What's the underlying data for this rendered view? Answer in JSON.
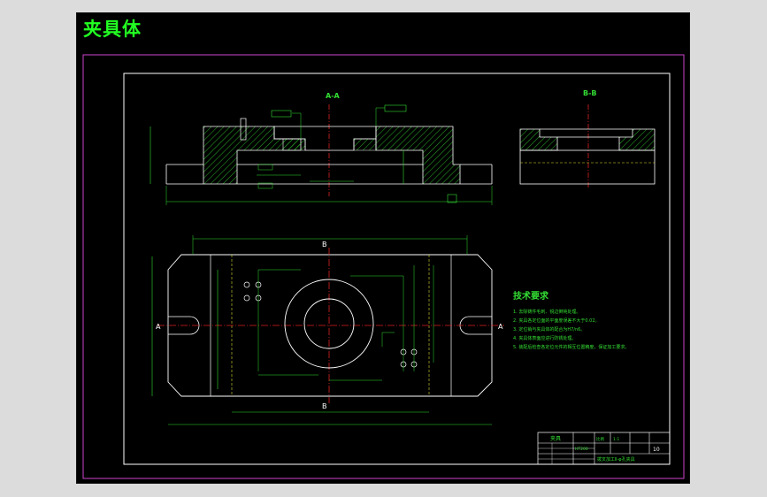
{
  "title": "夹具体",
  "section_labels": {
    "aa": "A-A",
    "bb": "B-B",
    "b_top": "B",
    "b_bottom": "B",
    "a_left": "A",
    "a_right": "A"
  },
  "tech_req": {
    "heading": "技术要求",
    "items": [
      "1. 去除铸件毛刺、锐边倒钝处理。",
      "2. 夹具各定位面的平面度误差不大于0.02。",
      "3. 定位销与夹具体的配合为H7/n6。",
      "4. 夹具体表面应进行防锈处理。",
      "5. 装配后检查各定位元件的相互位置精度，保证加工要求。"
    ]
  },
  "title_block": {
    "material": "HT200",
    "scale_label": "比例",
    "scale_value": "1:1",
    "quantity": "10",
    "drawing_name": "拨叉加工Ⅱ-φ孔夹具",
    "header": "夹具"
  },
  "colors": {
    "background": "#000000",
    "frame": "#ffffff",
    "border": "#cc44cc",
    "outline": "#ffffff",
    "dimension": "#33dd33",
    "centerline": "#dd2222",
    "hatch": "#33dd33",
    "hidden": "#dddd33",
    "title": "#22ff22"
  }
}
